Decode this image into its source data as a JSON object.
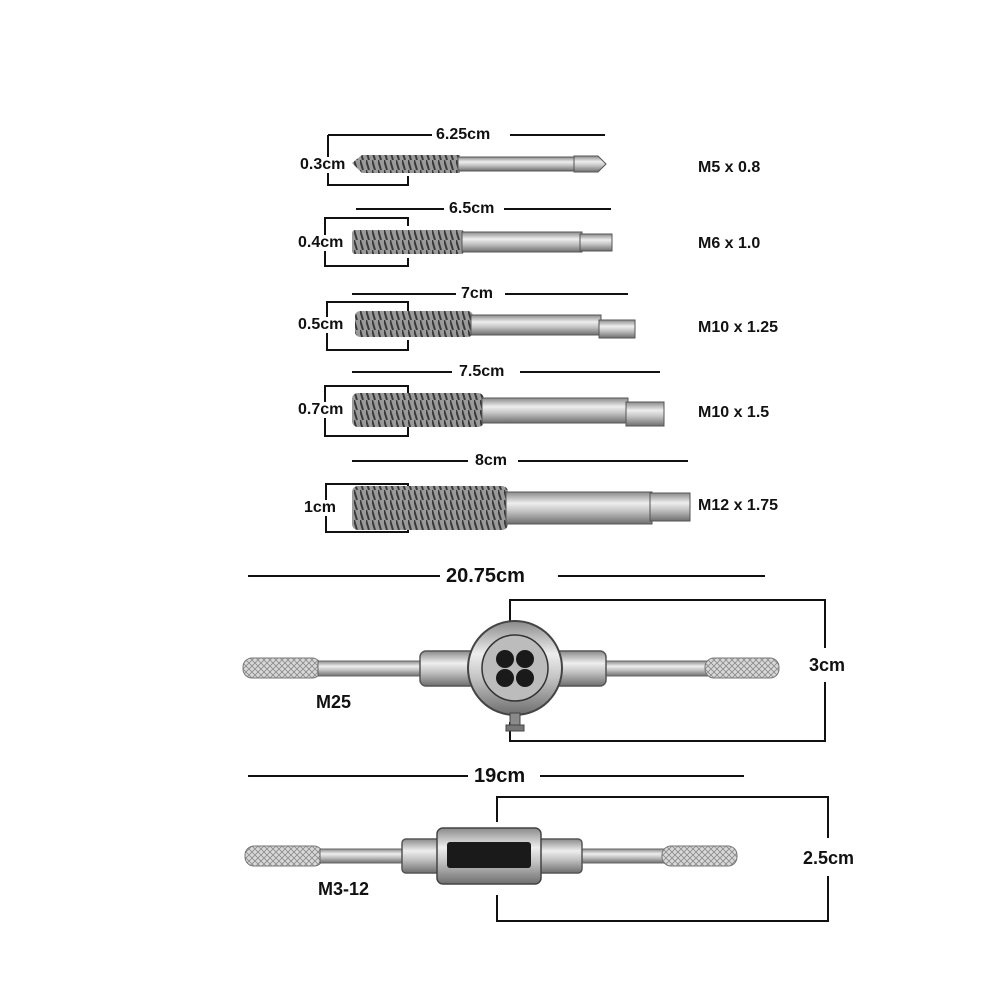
{
  "colors": {
    "line": "#111111",
    "metal": "#b9b9b9",
    "metal_dark": "#6d6d6d",
    "background": "#ffffff"
  },
  "taps": [
    {
      "length": "6.25cm",
      "diameter": "0.3cm",
      "size": "M5 x 0.8"
    },
    {
      "length": "6.5cm",
      "diameter": "0.4cm",
      "size": "M6 x 1.0"
    },
    {
      "length": "7cm",
      "diameter": "0.5cm",
      "size": "M10 x 1.25"
    },
    {
      "length": "7.5cm",
      "diameter": "0.7cm",
      "size": "M10 x 1.5"
    },
    {
      "length": "8cm",
      "diameter": "1cm",
      "size": "M12 x 1.75"
    }
  ],
  "die_wrench": {
    "length": "20.75cm",
    "height": "3cm",
    "size": "M25"
  },
  "tap_wrench": {
    "length": "19cm",
    "height": "2.5cm",
    "size": "M3-12"
  }
}
